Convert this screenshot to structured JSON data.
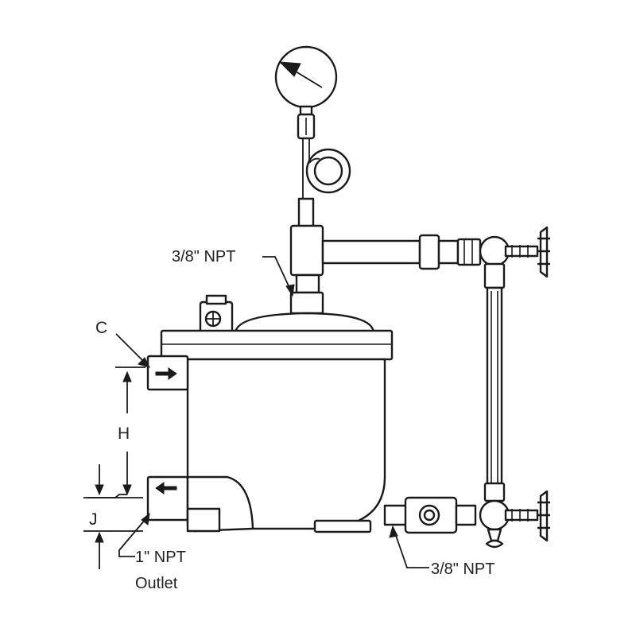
{
  "labels": {
    "top_npt": "3/8\" NPT",
    "c": "C",
    "h": "H",
    "j": "J",
    "outlet_npt": "1\" NPT",
    "outlet": "Outlet",
    "bottom_npt": "3/8\" NPT"
  },
  "colors": {
    "ink": "#1a1a1a",
    "background": "#ffffff"
  },
  "icons": {
    "gauge": "pressure-gauge-icon",
    "flow_in": "flow-arrow-right-icon",
    "flow_out": "flow-arrow-left-icon"
  }
}
